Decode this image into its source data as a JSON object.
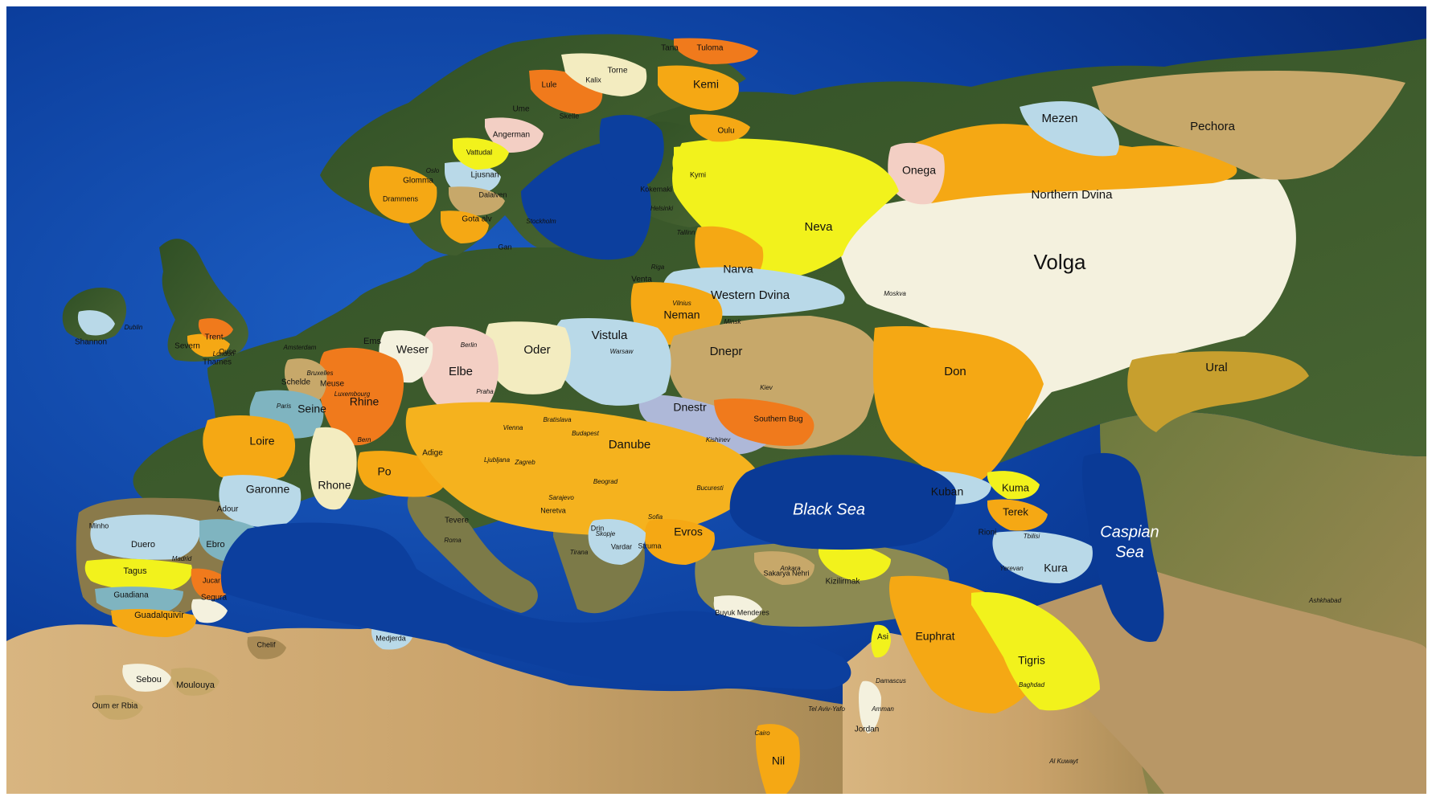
{
  "colors": {
    "ocean": "#0c3f9e",
    "ocean_deep": "#062a78",
    "land_forest": "#3f5d2a",
    "land_desert": "#c9a26a",
    "land_steppe": "#8f8a4e",
    "basin_orange": "#f5a814",
    "basin_yellow": "#f2f21c",
    "basin_white": "#f4f1de",
    "basin_lightblue": "#b9d9e8",
    "basin_tan": "#c7a86a",
    "basin_deeporange": "#f07a1c",
    "basin_pink": "#f3cfc4",
    "basin_cream": "#f3ecc0"
  },
  "map_layers": [
    "ocean",
    "land",
    "river-basins",
    "labels"
  ],
  "seas": [
    {
      "id": "black-sea",
      "label": "Black Sea"
    },
    {
      "id": "caspian-sea",
      "label": "Caspian Sea",
      "lines": [
        "Caspian",
        "Sea"
      ]
    }
  ],
  "rivers": [
    {
      "label": "Volga"
    },
    {
      "label": "Northern Dvina"
    },
    {
      "label": "Pechora"
    },
    {
      "label": "Mezen"
    },
    {
      "label": "Onega"
    },
    {
      "label": "Neva"
    },
    {
      "label": "Narva"
    },
    {
      "label": "Western Dvina"
    },
    {
      "label": "Neman"
    },
    {
      "label": "Dnepr"
    },
    {
      "label": "Don"
    },
    {
      "label": "Ural"
    },
    {
      "label": "Dnestr"
    },
    {
      "label": "Southern Bug"
    },
    {
      "label": "Vistula"
    },
    {
      "label": "Oder"
    },
    {
      "label": "Elbe"
    },
    {
      "label": "Weser"
    },
    {
      "label": "Ems"
    },
    {
      "label": "Rhine"
    },
    {
      "label": "Meuse"
    },
    {
      "label": "Schelde"
    },
    {
      "label": "Seine"
    },
    {
      "label": "Loire"
    },
    {
      "label": "Garonne"
    },
    {
      "label": "Adour"
    },
    {
      "label": "Rhone"
    },
    {
      "label": "Po"
    },
    {
      "label": "Adige"
    },
    {
      "label": "Danube"
    },
    {
      "label": "Evros"
    },
    {
      "label": "Drin"
    },
    {
      "label": "Vardar"
    },
    {
      "label": "Struma"
    },
    {
      "label": "Neretva"
    },
    {
      "label": "Tevere"
    },
    {
      "label": "Duero"
    },
    {
      "label": "Ebro"
    },
    {
      "label": "Tagus"
    },
    {
      "label": "Jucar"
    },
    {
      "label": "Guadiana"
    },
    {
      "label": "Segura"
    },
    {
      "label": "Guadalquivir"
    },
    {
      "label": "Minho"
    },
    {
      "label": "Thames"
    },
    {
      "label": "Severn"
    },
    {
      "label": "Trent"
    },
    {
      "label": "Ouse"
    },
    {
      "label": "Shannon"
    },
    {
      "label": "Glomma"
    },
    {
      "label": "Drammens"
    },
    {
      "label": "Gota alv"
    },
    {
      "label": "Gan"
    },
    {
      "label": "Ljusnan"
    },
    {
      "label": "Dalalven"
    },
    {
      "label": "Vattudal"
    },
    {
      "label": "Angerman"
    },
    {
      "label": "Ume"
    },
    {
      "label": "Skelle"
    },
    {
      "label": "Lule"
    },
    {
      "label": "Kalix"
    },
    {
      "label": "Torne"
    },
    {
      "label": "Tana"
    },
    {
      "label": "Tuloma"
    },
    {
      "label": "Kemi"
    },
    {
      "label": "Oulu"
    },
    {
      "label": "Kymi"
    },
    {
      "label": "Kokemaki"
    },
    {
      "label": "Venta"
    },
    {
      "label": "Kuban"
    },
    {
      "label": "Kuma"
    },
    {
      "label": "Terek"
    },
    {
      "label": "Rioni"
    },
    {
      "label": "Kura"
    },
    {
      "label": "Sakarya Nehri"
    },
    {
      "label": "Kizilirmak"
    },
    {
      "label": "Buyuk Menderes"
    },
    {
      "label": "Euphrat"
    },
    {
      "label": "Tigris"
    },
    {
      "label": "Asi"
    },
    {
      "label": "Jordan"
    },
    {
      "label": "Nil"
    },
    {
      "label": "Medjerda"
    },
    {
      "label": "Chelif"
    },
    {
      "label": "Sebou"
    },
    {
      "label": "Moulouya"
    },
    {
      "label": "Oum er Rbia"
    }
  ],
  "cities": [
    {
      "label": "Moskva"
    },
    {
      "label": "Minsk"
    },
    {
      "label": "Kiev"
    },
    {
      "label": "Warsaw"
    },
    {
      "label": "Berlin"
    },
    {
      "label": "Praha"
    },
    {
      "label": "Vienna"
    },
    {
      "label": "Bratislava"
    },
    {
      "label": "Budapest"
    },
    {
      "label": "Beograd"
    },
    {
      "label": "Bucuresti"
    },
    {
      "label": "Sofia"
    },
    {
      "label": "Skopje"
    },
    {
      "label": "Sarajevo"
    },
    {
      "label": "Zagreb"
    },
    {
      "label": "Ljubljana"
    },
    {
      "label": "Bern"
    },
    {
      "label": "Paris"
    },
    {
      "label": "Luxembourg"
    },
    {
      "label": "Bruxelles"
    },
    {
      "label": "Amsterdam"
    },
    {
      "label": "London"
    },
    {
      "label": "Dublin"
    },
    {
      "label": "Madrid"
    },
    {
      "label": "Vilnius"
    },
    {
      "label": "Riga"
    },
    {
      "label": "Tallinn"
    },
    {
      "label": "Helsinki"
    },
    {
      "label": "Stockholm"
    },
    {
      "label": "Oslo"
    },
    {
      "label": "Kishinev"
    },
    {
      "label": "Ankara"
    },
    {
      "label": "Tbilisi"
    },
    {
      "label": "Yerevan"
    },
    {
      "label": "Baghdad"
    },
    {
      "label": "Damascus"
    },
    {
      "label": "Amman"
    },
    {
      "label": "Tel Aviv-Yafo"
    },
    {
      "label": "Cairo"
    },
    {
      "label": "Al Kuwayt"
    },
    {
      "label": "Ashkhabad"
    },
    {
      "label": "Roma"
    },
    {
      "label": "Tirana"
    }
  ]
}
